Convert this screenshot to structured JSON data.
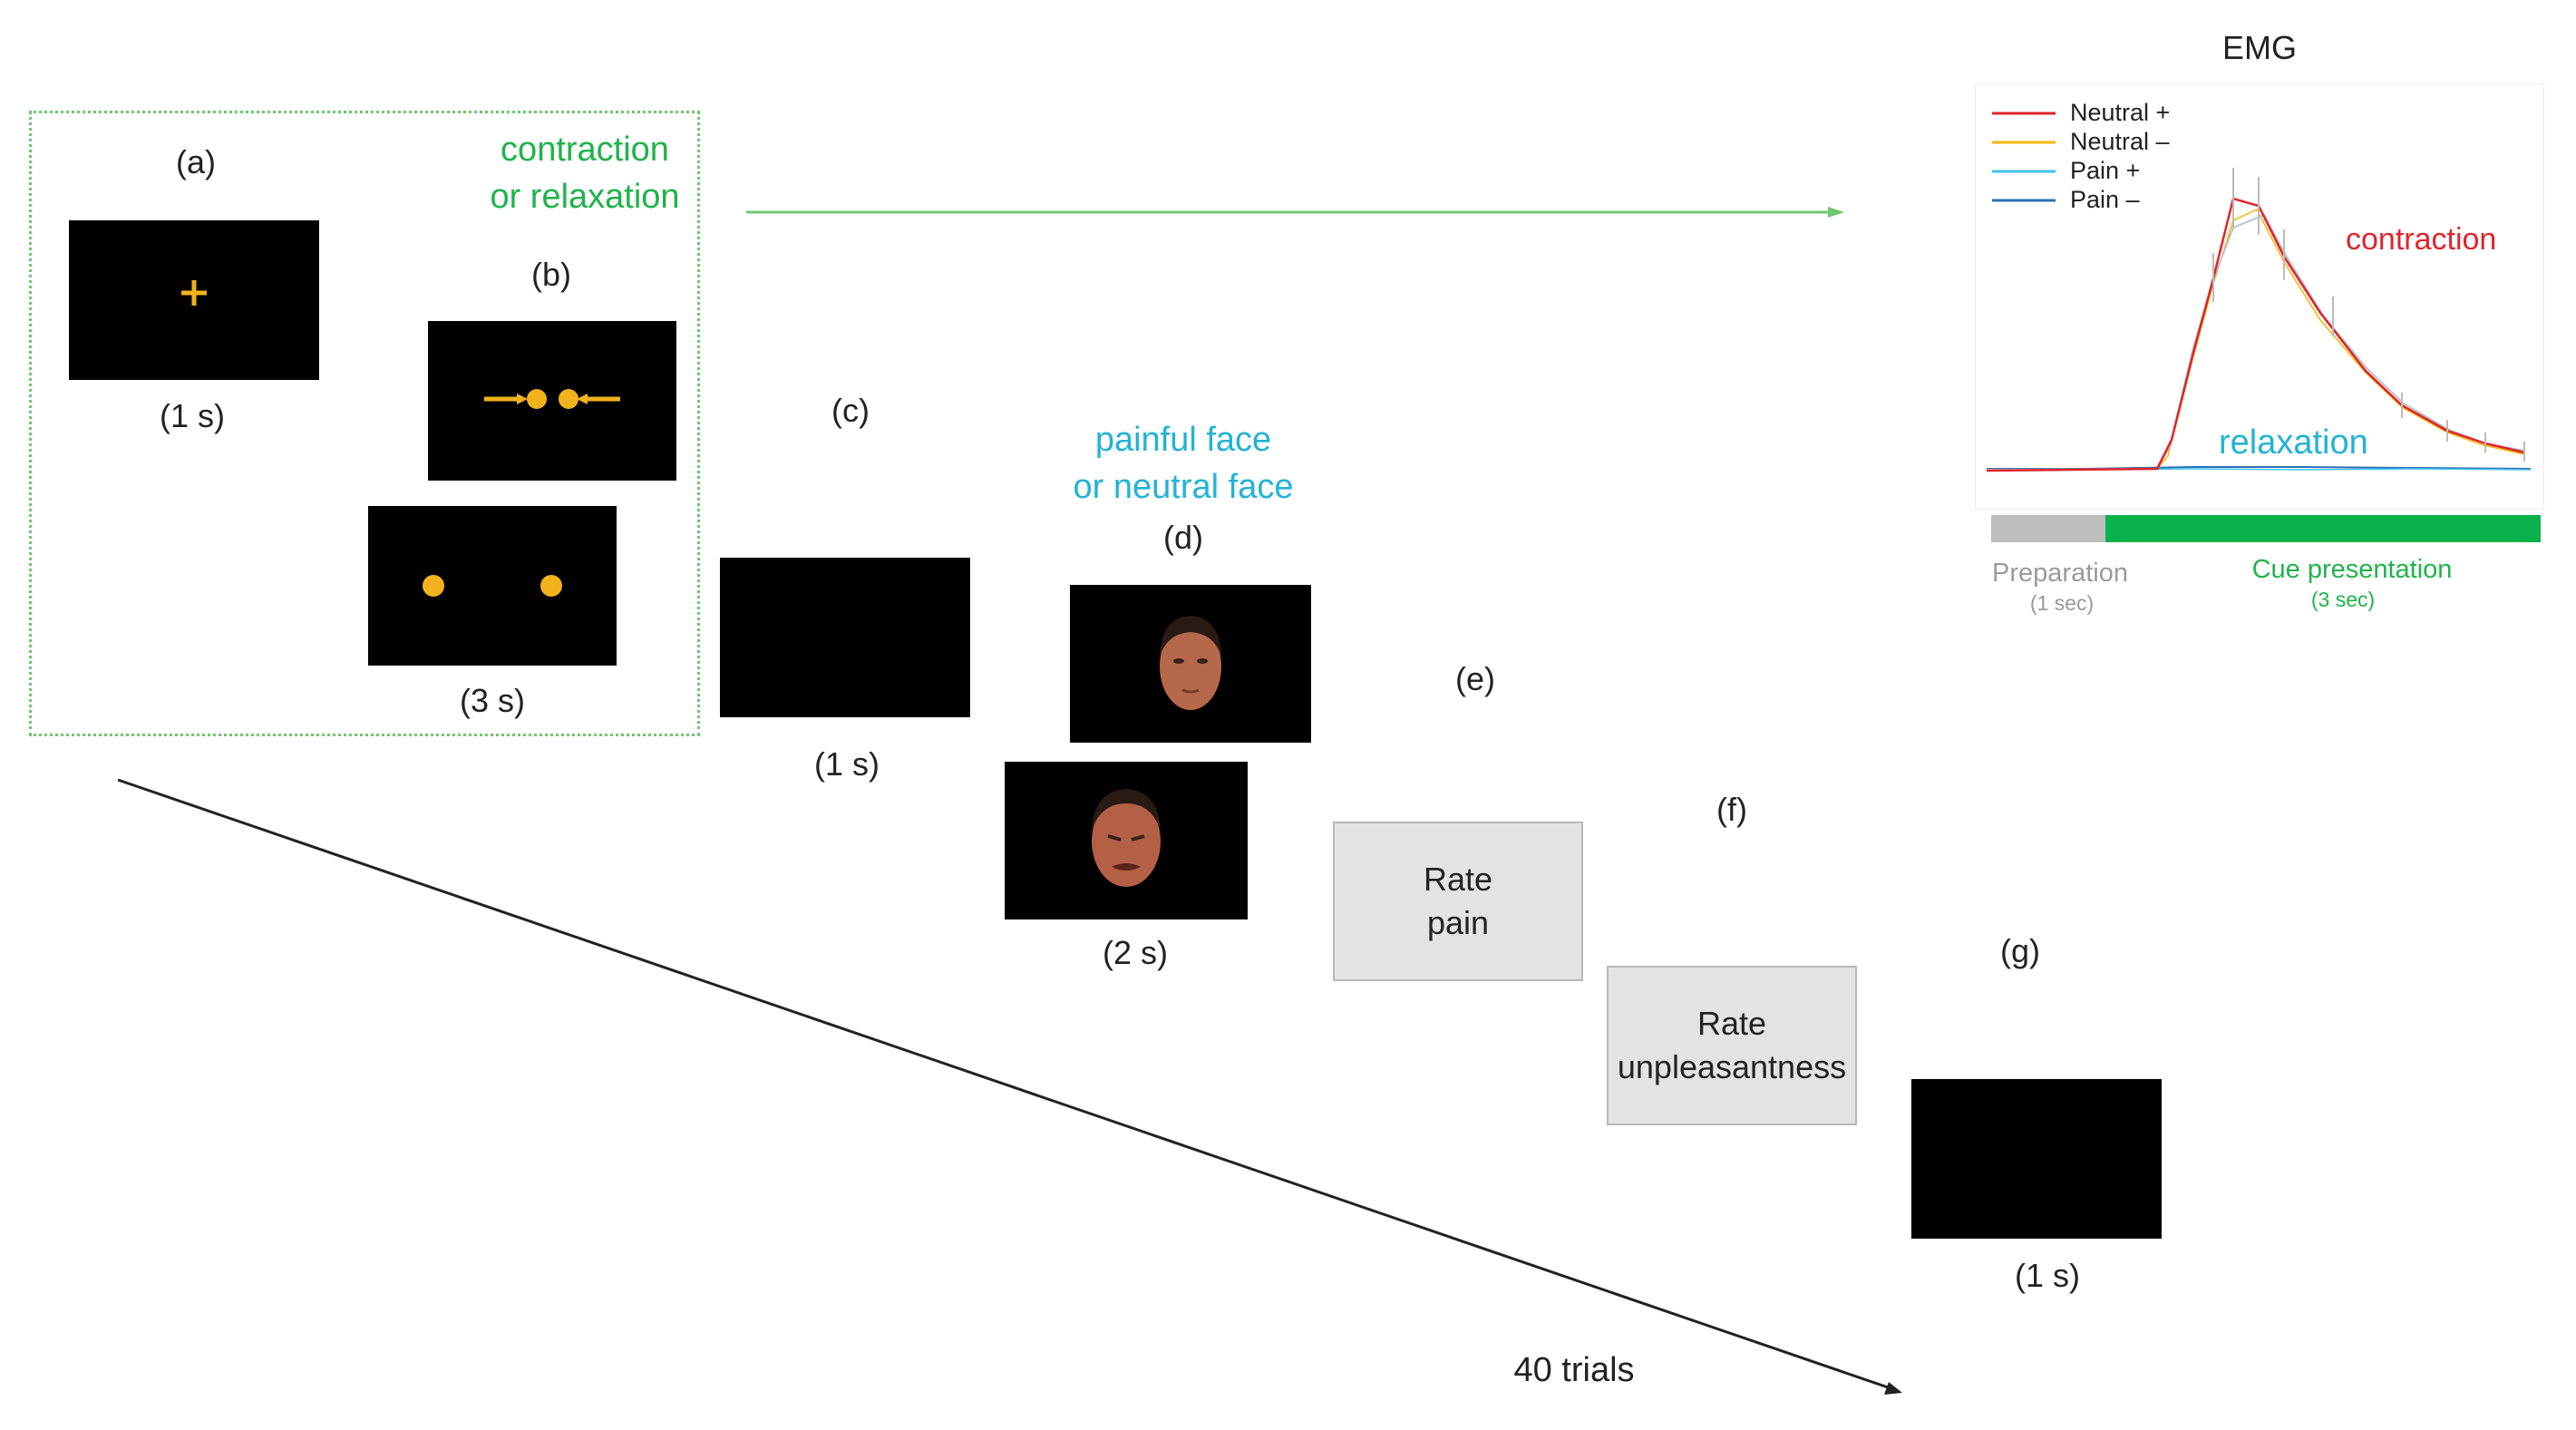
{
  "dashed_group": {
    "label_line1": "contraction",
    "label_line2": "or relaxation"
  },
  "steps": {
    "a": {
      "tag": "(a)",
      "duration": "(1 s)"
    },
    "b": {
      "tag": "(b)",
      "duration": "(3 s)"
    },
    "c": {
      "tag": "(c)",
      "duration": "(1 s)"
    },
    "d": {
      "tag": "(d)",
      "duration": "(2 s)",
      "label_line1": "painful face",
      "label_line2": "or neutral face"
    },
    "e": {
      "tag": "(e)",
      "line1": "Rate",
      "line2": "pain"
    },
    "f": {
      "tag": "(f)",
      "line1": "Rate",
      "line2": "unpleasantness"
    },
    "g": {
      "tag": "(g)",
      "duration": "(1 s)"
    }
  },
  "timeline": {
    "label": "40 trials"
  },
  "emg": {
    "title": "EMG",
    "legend": [
      "Neutral +",
      "Neutral –",
      "Pain +",
      "Pain –"
    ],
    "annotations": {
      "contraction": "contraction",
      "relaxation": "relaxation"
    },
    "phases": {
      "preparation": {
        "label": "Preparation",
        "sub": "(1 sec)"
      },
      "cue": {
        "label": "Cue presentation",
        "sub": "(3 sec)"
      }
    }
  },
  "colors": {
    "neutral_plus": "#e0242b",
    "neutral_minus": "#f5b700",
    "pain_plus": "#3fc3ec",
    "pain_minus": "#2f6fb8",
    "stimulus_yellow": "#f2b21b",
    "group_green": "#1fb34a",
    "face_label_cyan": "#23b3d6"
  }
}
